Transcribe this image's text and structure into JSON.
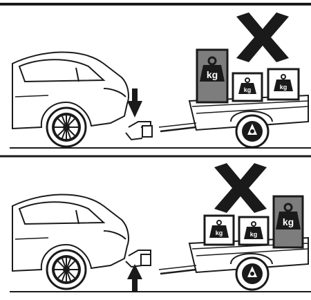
{
  "panels": [
    {
      "id": "top",
      "description_weights": {
        "large": "kg",
        "small_left": "kg",
        "small_right": "kg"
      },
      "status": "incorrect",
      "arrow": "down"
    },
    {
      "id": "bottom",
      "description_weights": {
        "large": "kg",
        "small_left": "kg",
        "small_right": "kg"
      },
      "status": "incorrect",
      "arrow": "up"
    }
  ],
  "icons": {
    "wrong": "x-mark-icon",
    "weight": "kg-weight-icon",
    "arrow_down": "arrow-down-icon",
    "arrow_up": "arrow-up-icon"
  },
  "colors": {
    "line": "#1a1a1a",
    "weight_dark": "#7d7d7d",
    "weight_face": "#ffffff",
    "background": "#ffffff"
  }
}
